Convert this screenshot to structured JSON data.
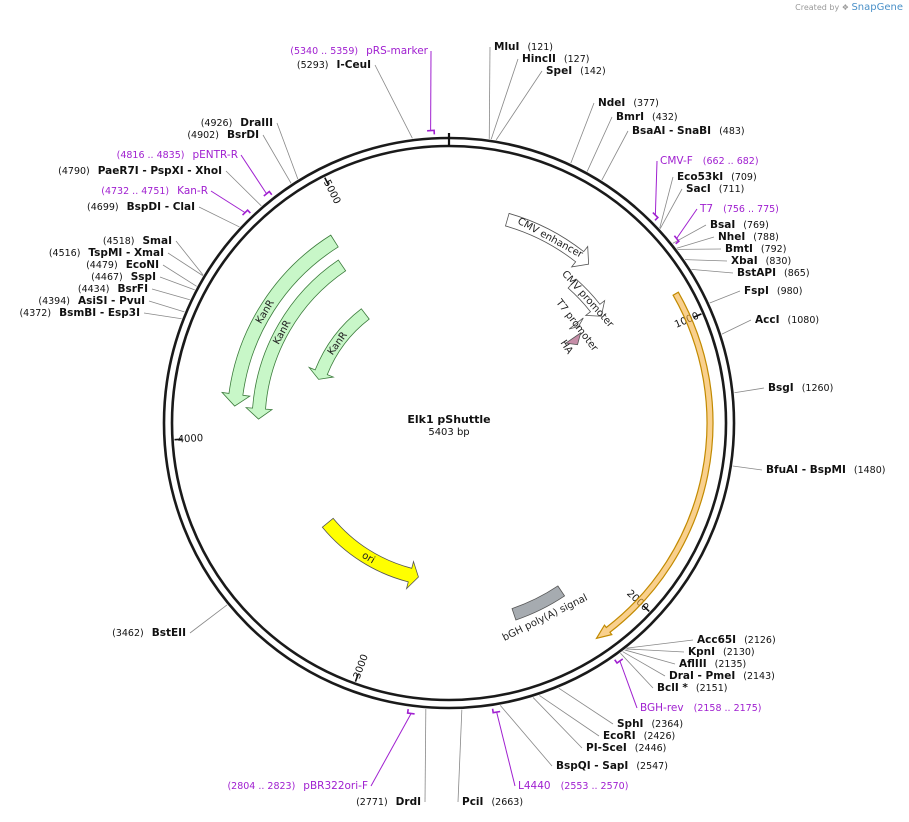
{
  "header": {
    "created_by": "Created by",
    "brand": "SnapGene"
  },
  "plasmid": {
    "name": "Elk1 pShuttle",
    "length_label": "5403 bp",
    "length_bp": 5403
  },
  "ticks": [
    {
      "bp": 1000,
      "label": "1000"
    },
    {
      "bp": 2000,
      "label": "2000"
    },
    {
      "bp": 3000,
      "label": "3000"
    },
    {
      "bp": 4000,
      "label": "4000"
    },
    {
      "bp": 5000,
      "label": "5000"
    }
  ],
  "features": [
    {
      "name": "CMV enhancer",
      "start": 240,
      "end": 620,
      "dir": 1,
      "type": "promoter",
      "fill": "#ffffff"
    },
    {
      "name": "CMV promoter",
      "start": 622,
      "end": 825,
      "dir": 1,
      "type": "promoter",
      "fill": "#ffffff"
    },
    {
      "name": "T7 promoter",
      "start": 780,
      "end": 800,
      "dir": 1,
      "type": "promoter",
      "fill": "#ffffff"
    },
    {
      "name": "HA",
      "start": 835,
      "end": 880,
      "dir": 1,
      "type": "tag",
      "fill": "#c68ea8"
    },
    {
      "name": "",
      "start": 905,
      "end": 2185,
      "dir": 1,
      "type": "insert",
      "fill": "#f5b041"
    },
    {
      "name": "bGH poly(A) signal",
      "start": 2195,
      "end": 2420,
      "dir": 0,
      "type": "polyA",
      "fill": "#a6abb0"
    },
    {
      "name": "ori",
      "start": 2870,
      "end": 3460,
      "dir": -1,
      "type": "ori",
      "fill": "#ffff00"
    },
    {
      "name": "KanR",
      "start": 4120,
      "end": 4920,
      "dir": -1,
      "type": "marker",
      "fill": "#c8f7c8"
    },
    {
      "name": "KanR",
      "start": 4070,
      "end": 4890,
      "dir": -1,
      "type": "marker",
      "fill": "#c8f7c8"
    },
    {
      "name": "KanR",
      "start": 4330,
      "end": 4840,
      "dir": -1,
      "type": "marker",
      "fill": "#c8f7c8"
    }
  ],
  "sites": [
    {
      "name": "MluI",
      "pos": "(121)"
    },
    {
      "name": "HincII",
      "pos": "(127)"
    },
    {
      "name": "SpeI",
      "pos": "(142)"
    },
    {
      "name": "NdeI",
      "pos": "(377)"
    },
    {
      "name": "BmrI",
      "pos": "(432)"
    },
    {
      "name": "BsaAI  - SnaBI",
      "pos": "(483)"
    },
    {
      "name": "Eco53kI",
      "pos": "(709)"
    },
    {
      "name": "SacI",
      "pos": "(711)"
    },
    {
      "name": "BsaI",
      "pos": "(769)"
    },
    {
      "name": "NheI",
      "pos": "(788)"
    },
    {
      "name": "BmtI",
      "pos": "(792)"
    },
    {
      "name": "XbaI",
      "pos": "(830)"
    },
    {
      "name": "BstAPI",
      "pos": "(865)"
    },
    {
      "name": "FspI",
      "pos": "(980)"
    },
    {
      "name": "AccI",
      "pos": "(1080)"
    },
    {
      "name": "BsgI",
      "pos": "(1260)"
    },
    {
      "name": "BfuAI  - BspMI",
      "pos": "(1480)"
    },
    {
      "name": "Acc65I",
      "pos": "(2126)"
    },
    {
      "name": "KpnI",
      "pos": "(2130)"
    },
    {
      "name": "AflIII",
      "pos": "(2135)"
    },
    {
      "name": "DraI  - PmeI",
      "pos": "(2143)"
    },
    {
      "name": "BclI *",
      "pos": "(2151)"
    },
    {
      "name": "SphI",
      "pos": "(2364)"
    },
    {
      "name": "EcoRI",
      "pos": "(2426)"
    },
    {
      "name": "PI-SceI",
      "pos": "(2446)"
    },
    {
      "name": "BspQI  - SapI",
      "pos": "(2547)"
    },
    {
      "name": "PciI",
      "pos": "(2663)"
    },
    {
      "name": "DrdI",
      "pos": "(2771)"
    },
    {
      "name": "BstEII",
      "pos": "(3462)"
    },
    {
      "name": "BsmBI  - Esp3I",
      "pos": "(4372)"
    },
    {
      "name": "AsiSI  - PvuI",
      "pos": "(4394)"
    },
    {
      "name": "BsrFI",
      "pos": "(4434)"
    },
    {
      "name": "SspI",
      "pos": "(4467)"
    },
    {
      "name": "EcoNI",
      "pos": "(4479)"
    },
    {
      "name": "TspMI  - XmaI",
      "pos": "(4516)"
    },
    {
      "name": "SmaI",
      "pos": "(4518)"
    },
    {
      "name": "BspDI  - ClaI",
      "pos": "(4699)"
    },
    {
      "name": "PaeR7I  - PspXI  - XhoI",
      "pos": "(4790)"
    },
    {
      "name": "BsrDI",
      "pos": "(4902)"
    },
    {
      "name": "DraIII",
      "pos": "(4926)"
    },
    {
      "name": "I-CeuI",
      "pos": "(5293)"
    }
  ],
  "primers": [
    {
      "name": "pRS-marker",
      "pos": "(5340 .. 5359)"
    },
    {
      "name": "CMV-F",
      "pos": "(662 .. 682)"
    },
    {
      "name": "T7",
      "pos": "(756 .. 775)"
    },
    {
      "name": "BGH-rev",
      "pos": "(2158 .. 2175)"
    },
    {
      "name": "L4440",
      "pos": "(2553 .. 2570)"
    },
    {
      "name": "pBR322ori-F",
      "pos": "(2804 .. 2823)"
    },
    {
      "name": "pENTR-R",
      "pos": "(4816 .. 4835)"
    },
    {
      "name": "Kan-R",
      "pos": "(4732 .. 4751)"
    }
  ],
  "colors": {
    "backbone": "#1a1a1a",
    "primer": "#a020d0",
    "leader": "#888888"
  }
}
